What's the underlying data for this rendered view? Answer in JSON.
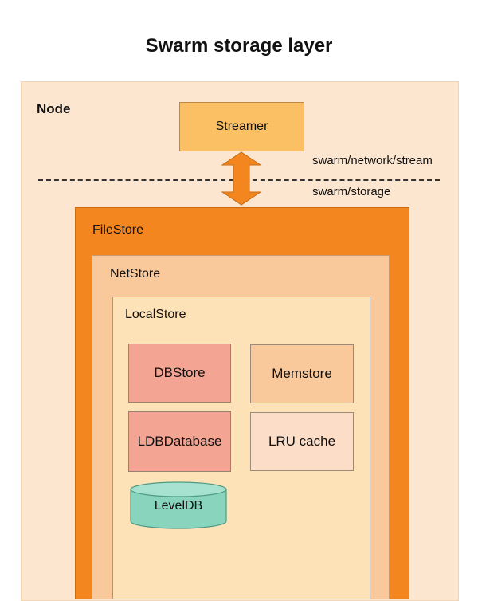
{
  "title": "Swarm storage layer",
  "node": {
    "label": "Node"
  },
  "streamer": {
    "label": "Streamer"
  },
  "layers": {
    "network_label": "swarm/network/stream",
    "storage_label": "swarm/storage"
  },
  "filestore": {
    "label": "FileStore"
  },
  "netstore": {
    "label": "NetStore"
  },
  "localstore": {
    "label": "LocalStore",
    "components": {
      "dbstore": "DBStore",
      "memstore": "Memstore",
      "ldbdatabase": "LDBDatabase",
      "lru_cache": "LRU cache",
      "leveldb": "LevelDB"
    }
  },
  "colors": {
    "node_bg": "#fde6cf",
    "streamer": "#fbbf64",
    "arrow": "#f4861f",
    "filestore": "#f4861f",
    "netstore": "#f9c89b",
    "localstore": "#fde2b8",
    "dbstore": "#f4a492",
    "memstore": "#f9c89b",
    "lru_cache": "#fbddc8",
    "leveldb": "#88d4bc"
  },
  "icons": {
    "arrow": "double-arrow-icon",
    "database": "cylinder-database-icon"
  }
}
